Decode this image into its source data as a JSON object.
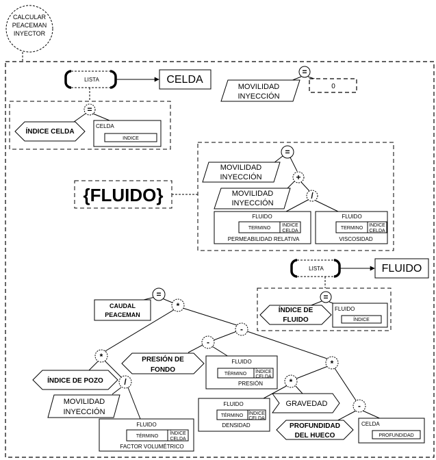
{
  "root": {
    "line1": "CALCULAR",
    "line2": "PEACEMAN",
    "line3": "INYECTOR"
  },
  "lista_celda": {
    "lista": "LISTA",
    "celda": "CELDA"
  },
  "indice_celda": {
    "label": "ÍNDICE CELDA",
    "op": "=",
    "box_title": "CELDA",
    "box_field": "INDICE"
  },
  "movilidad_top": {
    "line1": "MOVILIDAD",
    "line2": "INYECCIÓN",
    "op": "=",
    "value": "0"
  },
  "fluido_bracket": "{FLUIDO}",
  "fluido_calc": {
    "op_eq": "=",
    "op_plus": "+",
    "op_div": "/",
    "mov1": {
      "line1": "MOVILIDAD",
      "line2": "INYECCIÓN"
    },
    "mov2": {
      "line1": "MOVILIDAD",
      "line2": "INYECCIÓN"
    },
    "perm": {
      "title": "FLUIDO",
      "termino": "TERMINO",
      "indice1": "INDICE",
      "indice2": "CELDA",
      "name": "PERMEABILIDAD RELATIVA"
    },
    "visc": {
      "title": "FLUIDO",
      "termino": "TERMINO",
      "indice1": "INDICE",
      "indice2": "CELDA",
      "name": "VISCOSIDAD"
    }
  },
  "lista_fluido": {
    "lista": "LISTA",
    "fluido": "FLUIDO"
  },
  "indice_fluido": {
    "line1": "ÍNDICE DE",
    "line2": "FLUIDO",
    "op": "=",
    "box_title": "FLUIDO",
    "box_field": "ÍNDICE"
  },
  "caudal": {
    "line1": "CAUDAL",
    "line2": "PEACEMAN",
    "op_eq": "=",
    "op_mul1": "*",
    "op_minus1": "-",
    "op_mul2": "*",
    "op_minus2": "-",
    "op_div": "/",
    "op_mul3": "*",
    "op_mul4": "*",
    "op_minus3": "-",
    "indice_pozo": "ÍNDICE DE POZO",
    "presion_fondo": {
      "line1": "PRESIÓN DE",
      "line2": "FONDO"
    },
    "presion": {
      "title": "FLUIDO",
      "termino": "TÉRMINO",
      "indice1": "ÍNDICE",
      "indice2": "CELDA",
      "name": "PRESIÓN"
    },
    "mov": {
      "line1": "MOVILIDAD",
      "line2": "INYECCIÓN"
    },
    "densidad": {
      "title": "FLUIDO",
      "termino": "TÉRMINO",
      "indice1": "ÍNDICE",
      "indice2": "CELDA",
      "name": "DENSIDAD"
    },
    "gravedad": "GRAVEDAD",
    "factor": {
      "title": "FLUIDO",
      "termino": "TÉRMINO",
      "indice1": "ÍNDICE",
      "indice2": "CELDA",
      "name": "FACTOR VOLUMÉTRICO"
    },
    "profundidad_hueco": {
      "line1": "PROFUNDIDAD",
      "line2": "DEL HUECO"
    },
    "prof": {
      "title": "CELDA",
      "field": "PROFUNDIDAD"
    }
  }
}
